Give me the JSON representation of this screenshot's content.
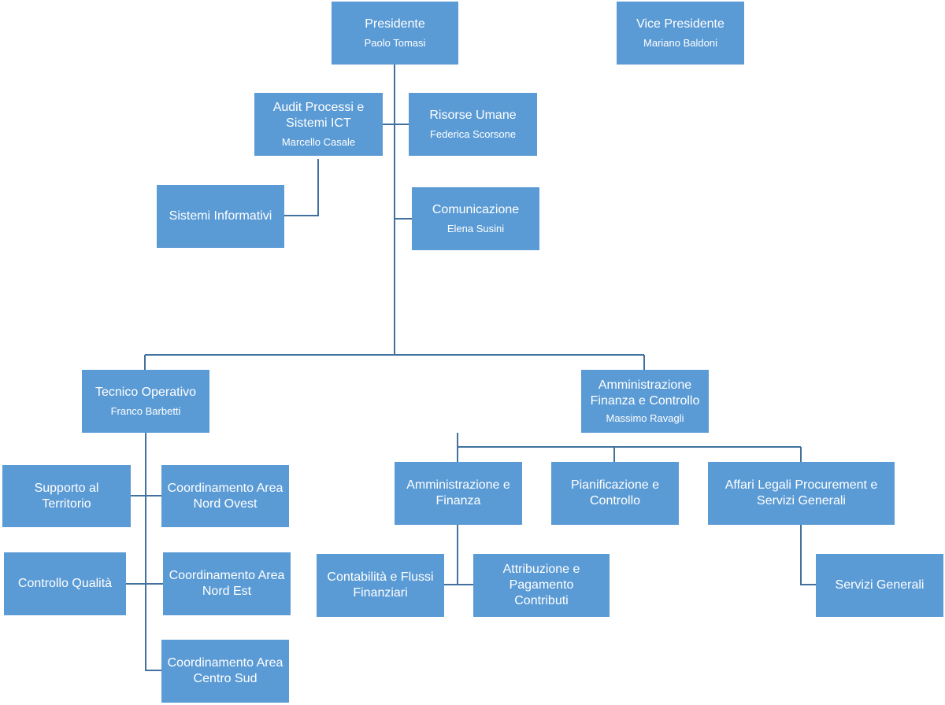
{
  "colors": {
    "box_fill": "#5b9bd5",
    "line": "#41719c",
    "text": "#ffffff"
  },
  "nodes": {
    "presidente": {
      "title": "Presidente",
      "person": "Paolo Tomasi"
    },
    "vice_presidente": {
      "title": "Vice Presidente",
      "person": "Mariano Baldoni"
    },
    "audit": {
      "title": "Audit Processi e Sistemi ICT",
      "person": "Marcello Casale"
    },
    "risorse_umane": {
      "title": "Risorse Umane",
      "person": "Federica Scorsone"
    },
    "sistemi_informativi": {
      "title": "Sistemi Informativi"
    },
    "comunicazione": {
      "title": "Comunicazione",
      "person": "Elena Susini"
    },
    "tecnico_operativo": {
      "title": "Tecnico Operativo",
      "person": "Franco Barbetti"
    },
    "amministrazione_fc": {
      "title": "Amministrazione Finanza e Controllo",
      "person": "Massimo Ravagli"
    },
    "supporto_territorio": {
      "title": "Supporto al Territorio"
    },
    "coord_nord_ovest": {
      "title": "Coordinamento Area Nord Ovest"
    },
    "controllo_qualita": {
      "title": "Controllo Qualità"
    },
    "coord_nord_est": {
      "title": "Coordinamento Area Nord Est"
    },
    "coord_centro_sud": {
      "title": "Coordinamento Area Centro Sud"
    },
    "amministrazione_finanza": {
      "title": "Amministrazione e Finanza"
    },
    "pianificazione": {
      "title": "Pianificazione e Controllo"
    },
    "affari_legali": {
      "title": "Affari Legali Procurement e Servizi Generali"
    },
    "contabilita": {
      "title": "Contabilità e Flussi Finanziari"
    },
    "attribuzione": {
      "title": "Attribuzione e Pagamento Contributi"
    },
    "servizi_generali": {
      "title": "Servizi Generali"
    }
  }
}
